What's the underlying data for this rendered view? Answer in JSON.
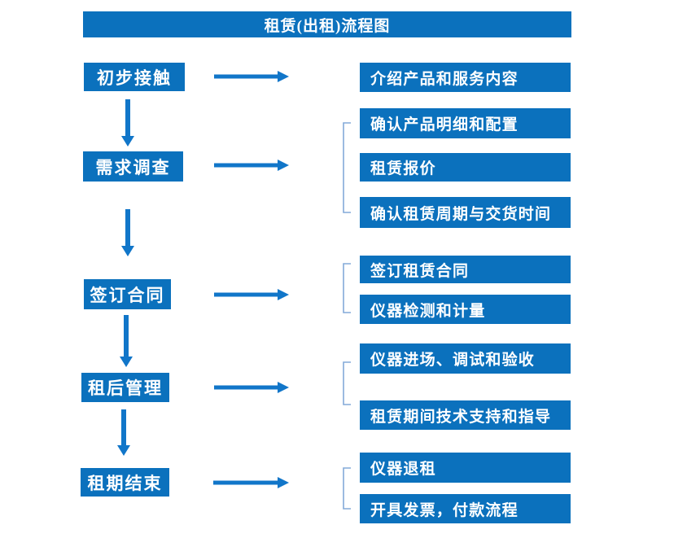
{
  "title": "租赁(出租)流程图",
  "colors": {
    "box_blue": "#0b71bd",
    "arrow_blue": "#1176c9",
    "bracket_blue": "#84aad8",
    "text_white": "#ffffff",
    "background": "#ffffff"
  },
  "icons": {
    "right_arrow": "→",
    "down_arrow": "↓",
    "group_bracket": "["
  },
  "steps": [
    {
      "label": "初步接触",
      "outputs": [
        "介绍产品和服务内容"
      ]
    },
    {
      "label": "需求调查",
      "outputs": [
        "确认产品明细和配置",
        "租赁报价",
        "确认租赁周期与交货时间"
      ]
    },
    {
      "label": "签订合同",
      "outputs": [
        "签订租赁合同",
        "仪器检测和计量"
      ]
    },
    {
      "label": "租后管理",
      "outputs": [
        "仪器进场、调试和验收",
        "租赁期间技术支持和指导"
      ]
    },
    {
      "label": "租期结束",
      "outputs": [
        "仪器退租",
        "开具发票，付款流程"
      ]
    }
  ]
}
